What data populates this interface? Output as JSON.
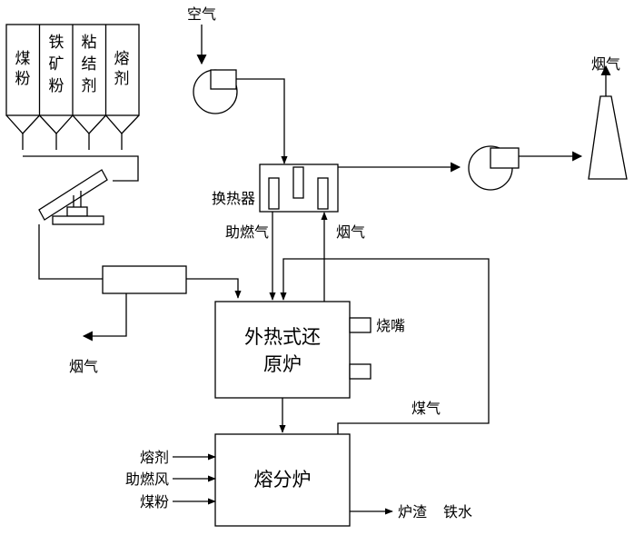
{
  "hoppers": [
    {
      "chars": [
        "煤",
        "粉"
      ]
    },
    {
      "chars": [
        "铁",
        "矿",
        "粉"
      ]
    },
    {
      "chars": [
        "粘",
        "结",
        "剂"
      ]
    },
    {
      "chars": [
        "熔",
        "剂"
      ]
    }
  ],
  "labels": {
    "air": "空气",
    "heat_exchanger": "换热器",
    "combustion_gas": "助燃气",
    "flue_gas_return": "烟气",
    "flue_gas_stack": "烟气",
    "flue_gas_left": "烟气",
    "reducer_line1": "外热式还",
    "reducer_line2": "原炉",
    "burner": "烧嘴",
    "coal_gas": "煤气",
    "smelter": "熔分炉",
    "in_flux": "熔剂",
    "in_air": "助燃风",
    "in_coal": "煤粉",
    "out_slag": "炉渣",
    "out_iron": "铁水"
  }
}
